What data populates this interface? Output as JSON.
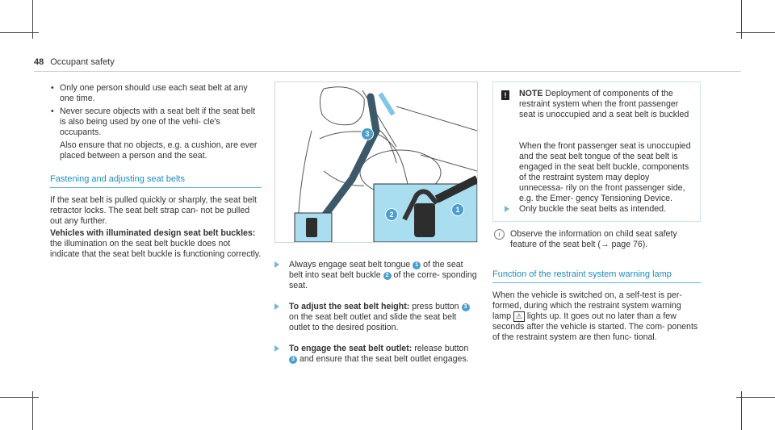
{
  "header": {
    "page_number": "48",
    "section": "Occupant safety"
  },
  "col1": {
    "bullets": [
      "Only one person should use each seat belt at any one time.",
      "Never secure objects with a seat belt if the seat belt is also being used by one of the vehi- cle's occupants."
    ],
    "bullet_followup": "Also ensure that no objects, e.g. a cushion, are ever placed between a person and the seat.",
    "section_title": "Fastening and adjusting seat belts",
    "para1": "If the seat belt is pulled quickly or sharply, the seat belt retractor locks. The seat belt strap can- not be pulled out any further.",
    "para2_bold": "Vehicles with illuminated design seat belt buckles:",
    "para2_rest": " the illumination on the seat belt buckle does not indicate that the seat belt buckle is functioning correctly."
  },
  "figure": {
    "callouts": [
      "1",
      "2",
      "3"
    ]
  },
  "col2": {
    "step1_a": "Always engage seat belt tongue ",
    "step1_b": " of the seat belt into seat belt buckle ",
    "step1_c": " of the corre- sponding seat.",
    "step2_bold": "To adjust the seat belt height:",
    "step2_a": " press button ",
    "step2_b": " on the seat belt outlet and slide the seat belt outlet to the desired position.",
    "step3_bold": "To engage the seat belt outlet:",
    "step3_a": " release button ",
    "step3_b": " and ensure that the seat belt outlet engages."
  },
  "note": {
    "icon": "!",
    "label": "NOTE",
    "title": " Deployment of components of the restraint system when the front passenger seat is unoccupied and a seat belt is buckled",
    "body": "When the front passenger seat is unoccupied and the seat belt tongue of the seat belt is engaged in the seat belt buckle, components of the restraint system may deploy unnecessa- rily on the front passenger side, e.g. the Emer- gency Tensioning Device.",
    "step": "Only buckle the seat belts as intended."
  },
  "info": {
    "icon": "i",
    "text_a": "Observe the information on child seat safety feature of the seat belt (",
    "arrow": "→",
    "text_b": " page 76)."
  },
  "col3": {
    "section_title": "Function of the restraint system warning lamp",
    "para_a": "When the vehicle is switched on, a self-test is per- formed, during which the restraint system warning lamp ",
    "lamp_icon": "⚠",
    "para_b": " lights up. It goes out no later than a few seconds after the vehicle is started. The com- ponents of the restraint system are then func- tional."
  },
  "colors": {
    "accent": "#1a8fc4",
    "figure_highlight": "#a8def0",
    "callout": "#4a9ed0"
  }
}
